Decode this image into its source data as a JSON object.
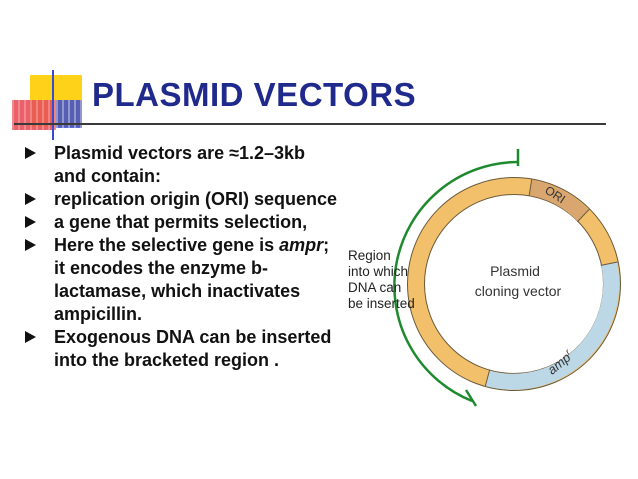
{
  "title": "PLASMID VECTORS",
  "colors": {
    "title": "#1f2a8c",
    "ori_segment": "#d8a66e",
    "ring": "#f2c06b",
    "ampr_segment": "#bcd7e6",
    "bracket": "#1e8a2e",
    "deco_yellow": "#ffd21a",
    "deco_red": "#e8505a",
    "deco_blue": "#3a4bd0"
  },
  "bullets": [
    {
      "parts": [
        {
          "text": "Plasmid vectors are ≈1.2–3kb  and contain:",
          "italic": false
        }
      ]
    },
    {
      "parts": [
        {
          "text": "replication origin (ORI) sequence",
          "italic": false
        }
      ]
    },
    {
      "parts": [
        {
          "text": "a gene that permits selection,",
          "italic": false
        }
      ]
    },
    {
      "parts": [
        {
          "text": "Here the selective gene is ",
          "italic": false
        },
        {
          "text": "ampr",
          "italic": true
        },
        {
          "text": "; it encodes the enzyme b-lactamase, which inactivates ampicillin.",
          "italic": false
        }
      ]
    },
    {
      "parts": [
        {
          "text": "Exogenous DNA can be inserted into the bracketed region .",
          "italic": false
        }
      ]
    }
  ],
  "diagram": {
    "region_label": "Region\ninto which\nDNA can\nbe inserted",
    "center_label_line1": "Plasmid",
    "center_label_line2": "cloning vector",
    "ori_label": "ORI",
    "ampr_label": "amp",
    "ampr_superscript": "r"
  }
}
